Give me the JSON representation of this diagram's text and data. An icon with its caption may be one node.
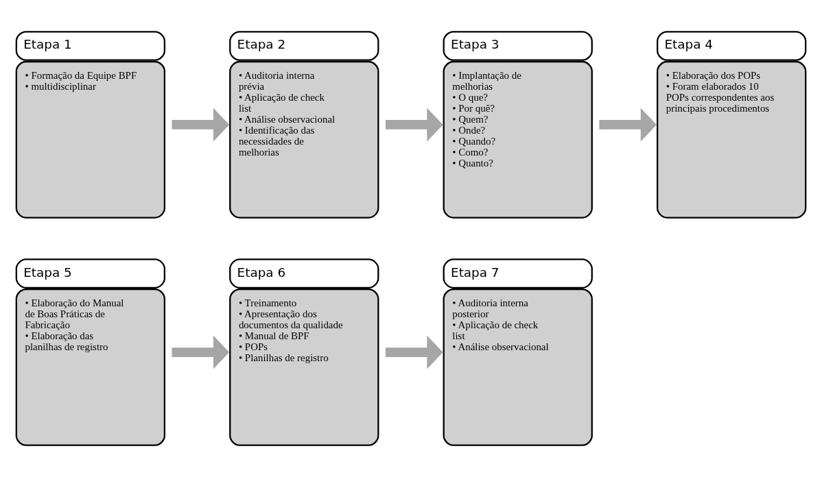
{
  "diagram": {
    "nodes": [
      {
        "text": [
          "Etapa 1",
          "• Formação da Equipe BPF",
          "• multidisciplinar"
        ]
      },
      {
        "text": [
          "Etapa 2",
          "• Auditoria interna prévia",
          "• Aplicação de check list",
          "• Análise observacional",
          "• Identificação das necessidades de melhorias"
        ]
      },
      {
        "text": [
          "Etapa 3",
          "• Implantação de melhorias",
          "• O que?",
          "• Por quê?",
          "• Quem?",
          "• Onde?",
          "• Quando?",
          "• Como?",
          "• Quanto?"
        ]
      },
      {
        "text": [
          "Etapa 4",
          "• Elaboração dos POPs",
          "• Foram elaborados 10 POPs correspondentes aos principais procedimentos"
        ]
      },
      {
        "text": [
          "Etapa 5",
          "• Elaboração do Manual de Boas Práticas de Fabricação",
          "• Elaboração das planilhas de registro"
        ]
      },
      {
        "text": [
          "Etapa 6",
          "• Treinamento",
          "• Apresentação dos documentos da qualidade",
          "• Manual de BPF",
          "• POPs",
          "• Planilhas de registro"
        ]
      },
      {
        "text": [
          "Etapa 7",
          "• Auditoria interna posterior",
          "• Aplicação de check list",
          "• Análise observacional"
        ]
      }
    ],
    "edges": [
      {
        "from": 0,
        "to": 1,
        "arrow": "to"
      },
      {
        "from": 1,
        "to": 2,
        "arrow": "to"
      },
      {
        "from": 2,
        "to": 3,
        "arrow": "to"
      },
      {
        "from": 4,
        "to": 5,
        "arrow": "to"
      },
      {
        "from": 5,
        "to": 6,
        "arrow": "to"
      }
    ]
  }
}
